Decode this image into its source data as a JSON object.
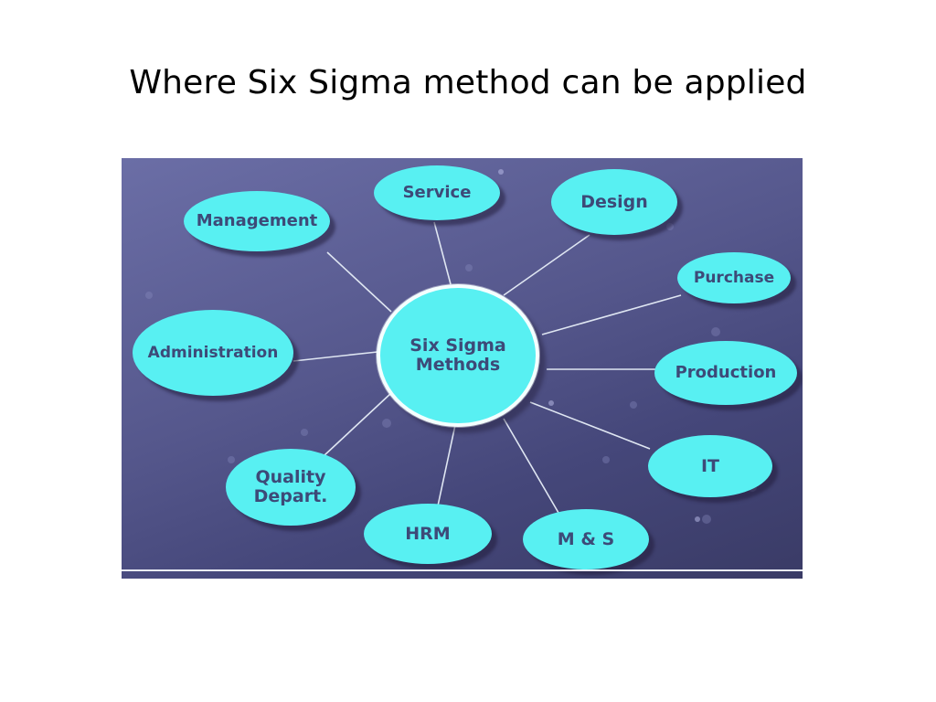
{
  "slide": {
    "title": "Where Six Sigma method can be applied"
  },
  "diagram": {
    "center": {
      "line1": "Six Sigma",
      "line2": "Methods"
    },
    "nodes": [
      {
        "id": "management",
        "label": "Management"
      },
      {
        "id": "service",
        "label": "Service"
      },
      {
        "id": "design",
        "label": "Design"
      },
      {
        "id": "purchase",
        "label": "Purchase"
      },
      {
        "id": "administration",
        "label": "Administration"
      },
      {
        "id": "production",
        "label": "Production"
      },
      {
        "id": "it",
        "label": "IT"
      },
      {
        "id": "quality",
        "label": "Quality\nDepart."
      },
      {
        "id": "hrm",
        "label": "HRM"
      },
      {
        "id": "ms",
        "label": "M & S"
      }
    ],
    "colors": {
      "bubble_fill": "#58f0f2",
      "bubble_text": "#3d4a78",
      "background": "#55578c",
      "connector": "#dfe6f2"
    }
  }
}
